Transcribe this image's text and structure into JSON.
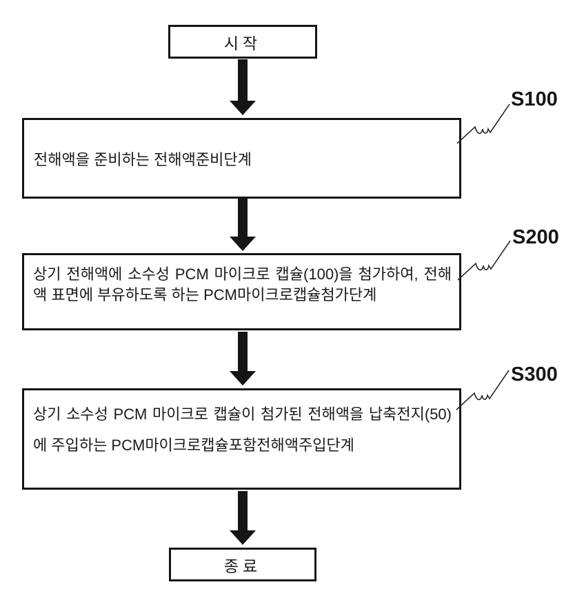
{
  "figure": {
    "type": "flowchart",
    "colors": {
      "ink": "#111111",
      "background": "#ffffff"
    },
    "start": {
      "label": "시작"
    },
    "end": {
      "label": "종료"
    },
    "steps": [
      {
        "ref_label": "S100",
        "text": "전해액을 준비하는 전해액준비단계"
      },
      {
        "ref_label": "S200",
        "text": "상기 전해액에 소수성 PCM 마이크로 캡슐(100)을 첨가하여, 전해액 표면에 부유하도록 하는 PCM마이크로캡슐첨가단계"
      },
      {
        "ref_label": "S300",
        "text": "상기 소수성 PCM 마이크로 캡슐이 첨가된 전해액을 납축전지(50)에 주입하는 PCM마이크로캡슐포함전해액주입단계"
      }
    ]
  }
}
